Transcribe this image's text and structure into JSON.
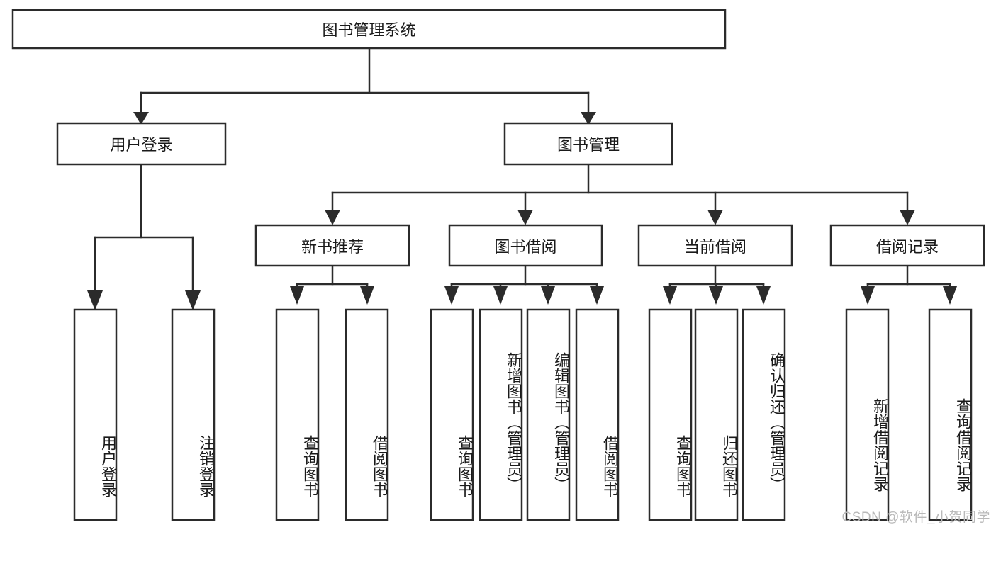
{
  "diagram": {
    "type": "tree",
    "title": "图书管理系统",
    "watermark": "CSDN @软件_小贺同学",
    "colors": {
      "stroke": "#2b2b2b",
      "fill": "#ffffff",
      "text": "#1a1a1a",
      "watermark": "#b9b9b9"
    },
    "nodes": {
      "root": {
        "label": "图书管理系统",
        "level": 0,
        "orientation": "horizontal"
      },
      "l1": [
        {
          "label": "用户登录",
          "orientation": "horizontal"
        },
        {
          "label": "图书管理",
          "orientation": "horizontal"
        }
      ],
      "l2": [
        {
          "label": "新书推荐",
          "orientation": "horizontal",
          "parent": "图书管理"
        },
        {
          "label": "图书借阅",
          "orientation": "horizontal",
          "parent": "图书管理"
        },
        {
          "label": "当前借阅",
          "orientation": "horizontal",
          "parent": "图书管理"
        },
        {
          "label": "借阅记录",
          "orientation": "horizontal",
          "parent": "图书管理"
        }
      ],
      "leaves_user_login": [
        {
          "label": "用户登录",
          "orientation": "vertical",
          "parent": "用户登录"
        },
        {
          "label": "注销登录",
          "orientation": "vertical",
          "parent": "用户登录"
        }
      ],
      "leaves_new_books": [
        {
          "label": "查询图书",
          "orientation": "vertical",
          "parent": "新书推荐"
        },
        {
          "label": "借阅图书",
          "orientation": "vertical",
          "parent": "新书推荐"
        }
      ],
      "leaves_borrow": [
        {
          "label": "查询图书",
          "orientation": "vertical",
          "parent": "图书借阅"
        },
        {
          "label": "新增图书（管理员）",
          "orientation": "vertical",
          "parent": "图书借阅"
        },
        {
          "label": "编辑图书（管理员）",
          "orientation": "vertical",
          "parent": "图书借阅"
        },
        {
          "label": "借阅图书",
          "orientation": "vertical",
          "parent": "图书借阅"
        }
      ],
      "leaves_current": [
        {
          "label": "查询图书",
          "orientation": "vertical",
          "parent": "当前借阅"
        },
        {
          "label": "归还图书",
          "orientation": "vertical",
          "parent": "当前借阅"
        },
        {
          "label": "确认归还（管理员）",
          "orientation": "vertical",
          "parent": "当前借阅"
        }
      ],
      "leaves_records": [
        {
          "label": "新增借阅记录",
          "orientation": "vertical",
          "parent": "借阅记录"
        },
        {
          "label": "查询借阅记录",
          "orientation": "vertical",
          "parent": "借阅记录"
        }
      ]
    }
  }
}
